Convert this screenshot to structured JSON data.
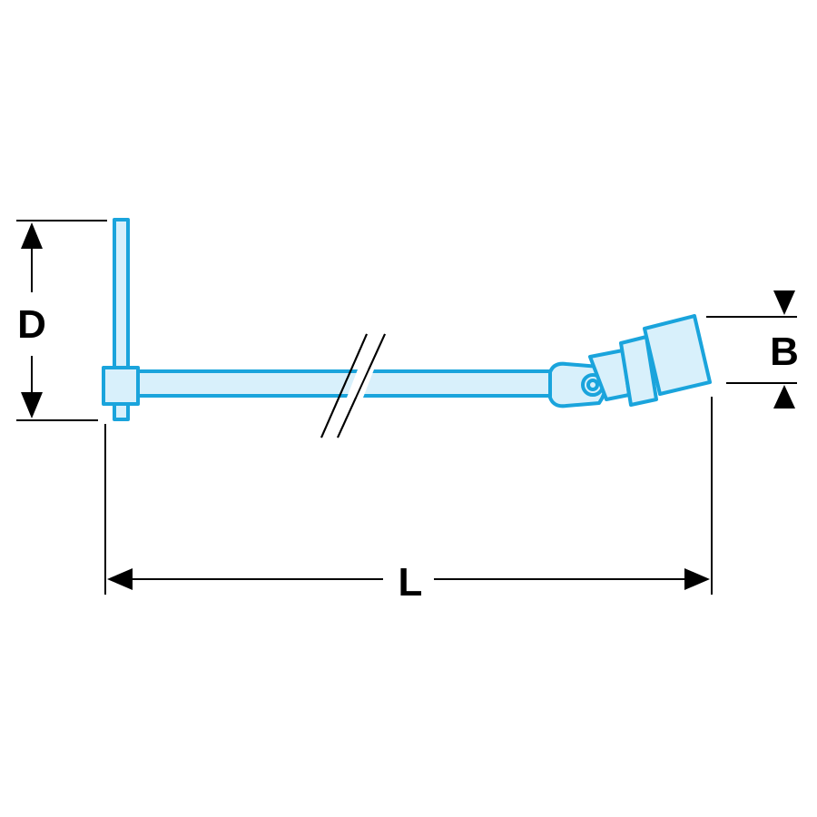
{
  "labels": {
    "d": "D",
    "b": "B",
    "l": "L"
  },
  "colors": {
    "tool_fill": "#d8f0fb",
    "tool_stroke": "#1aa4dc",
    "dimension_line": "#000000",
    "background": "#ffffff"
  }
}
